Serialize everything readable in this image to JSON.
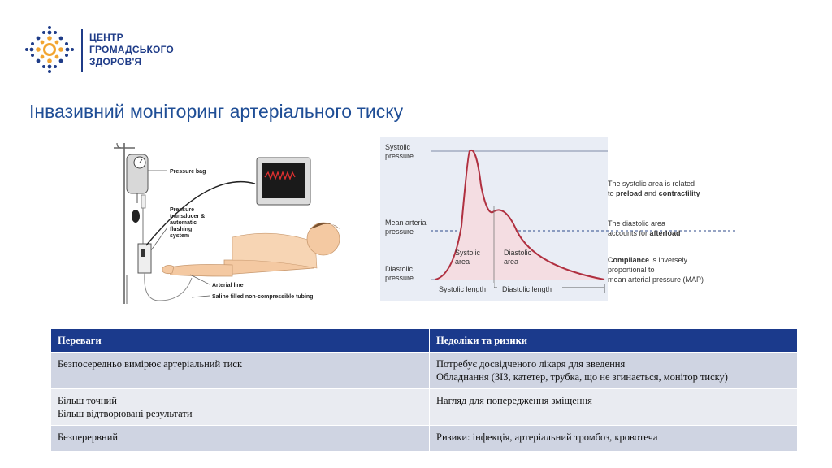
{
  "logo": {
    "line1": "ЦЕНТР",
    "line2": "ГРОМАДСЬКОГО",
    "line3": "ЗДОРОВ'Я"
  },
  "title": "Інвазивний моніторинг артеріального тиску",
  "left_figure": {
    "labels": {
      "pressure_bag": "Pressure bag",
      "transducer_1": "Pressure",
      "transducer_2": "transducer &",
      "transducer_3": "automatic",
      "transducer_4": "flushing",
      "transducer_5": "system",
      "arterial_line": "Arterial line",
      "tubing": "Saline filled non-compressible tubing"
    }
  },
  "right_figure": {
    "systolic_pressure_1": "Systolic",
    "systolic_pressure_2": "pressure",
    "map_1": "Mean arterial",
    "map_2": "pressure",
    "diastolic_pressure_1": "Diastolic",
    "diastolic_pressure_2": "pressure",
    "systolic_area_1": "Systolic",
    "systolic_area_2": "area",
    "diastolic_area_1": "Diastolic",
    "diastolic_area_2": "area",
    "systolic_length": "Systolic length",
    "diastolic_length": "Diastolic length",
    "note1_l1": "The systolic area is related",
    "note1_l2a": "to ",
    "note1_l2b": "preload",
    "note1_l2c": " and ",
    "note1_l2d": "contractility",
    "note2_l1": "The diastolic area",
    "note2_l2a": "accounts for ",
    "note2_l2b": "afterload",
    "note3_l1a": "Compliance",
    "note3_l1b": " is inversely",
    "note3_l2": "proportional to",
    "note3_l3": "mean arterial pressure (MAP)",
    "colors": {
      "curve": "#b03040",
      "dash": "#2d4a8a"
    }
  },
  "table": {
    "headers": [
      "Переваги",
      "Недоліки та ризики"
    ],
    "rows": [
      {
        "pros": [
          "Безпосередньо вимірює артеріальний тиск"
        ],
        "cons": [
          "Потребує досвідченого лікаря для введення",
          "Обладнання (ЗІЗ, катетер, трубка, що не згинається, монітор тиску)"
        ]
      },
      {
        "pros": [
          "Більш точний",
          "Більш відтворювані результати"
        ],
        "cons": [
          "Нагляд для попередження зміщення"
        ]
      },
      {
        "pros": [
          "Безперервний"
        ],
        "cons": [
          "Ризики: інфекція, артеріальний тромбоз, кровотеча"
        ]
      }
    ]
  },
  "colors": {
    "brand": "#1f3c88",
    "accent": "#f2a531",
    "header_bg": "#1b3a8c"
  }
}
